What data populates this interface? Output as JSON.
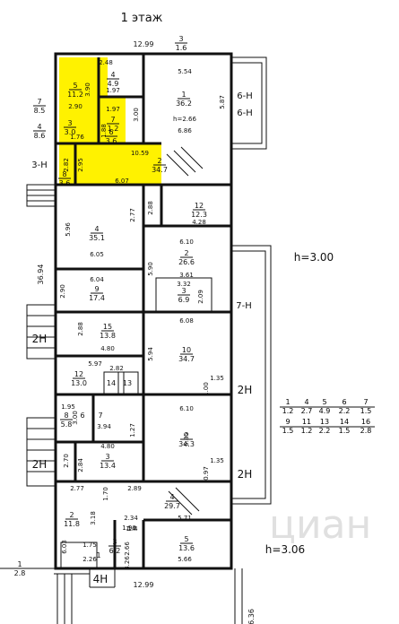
{
  "floor_title": "1 этаж",
  "heights": {
    "upper": "h=3.00",
    "lower": "h=3.06"
  },
  "top_dimension": "12.99",
  "bottom_dimension": "12.99",
  "left_dimension": "36.94",
  "bottom_right_dimension": "6.36",
  "highlight_color": "#fff200",
  "exit_labels": {
    "top_right_1": "6-Н",
    "top_right_2": "6-Н",
    "left_top": "3-Н",
    "right_mid": "7-Н",
    "right_2h_a": "2Н",
    "right_2h_b": "2Н",
    "left_2h_a": "2Н",
    "left_2h_b": "2Н",
    "bottom": "4Н"
  },
  "outside_labels": [
    {
      "num": "3",
      "area": "1.6"
    },
    {
      "num": "7",
      "area": "8.5"
    },
    {
      "num": "4",
      "area": "8.6"
    },
    {
      "num": "1",
      "area": "2.8"
    }
  ],
  "rooms": [
    {
      "num": "5",
      "area": "11.2"
    },
    {
      "num": "4",
      "area": "4.9"
    },
    {
      "num": "1",
      "area": "36.2"
    },
    {
      "num": "7",
      "area": "1.2"
    },
    {
      "num": "3",
      "area": "3.0"
    },
    {
      "num": "6",
      "area": "3.6"
    },
    {
      "num": "2",
      "area": "34.7"
    },
    {
      "num": "8",
      "area": "3.6"
    },
    {
      "num": "4",
      "area": "35.1"
    },
    {
      "num": "12",
      "area": "12.3"
    },
    {
      "num": "2",
      "area": "26.6"
    },
    {
      "num": "9",
      "area": "17.4"
    },
    {
      "num": "3",
      "area": "6.9"
    },
    {
      "num": "15",
      "area": "13.8"
    },
    {
      "num": "10",
      "area": "34.7"
    },
    {
      "num": "12",
      "area": "13.0"
    },
    {
      "num": "14",
      "area": ""
    },
    {
      "num": "13",
      "area": ""
    },
    {
      "num": "8",
      "area": "5.8"
    },
    {
      "num": "6",
      "area": ""
    },
    {
      "num": "7",
      "area": ""
    },
    {
      "num": "2",
      "area": "34.3"
    },
    {
      "num": "3",
      "area": "13.4"
    },
    {
      "num": "4",
      "area": "29.7"
    },
    {
      "num": "2",
      "area": "11.8"
    },
    {
      "num": "3",
      "area": "6.2"
    },
    {
      "num": "5",
      "area": "13.6"
    },
    {
      "num": "1",
      "area": ""
    }
  ],
  "dims": [
    "2.48",
    "5.54",
    "1.97",
    "3.90",
    "2.90",
    "1.97",
    "1.76",
    "1.88",
    "5.87",
    "6.86",
    "h=2.66",
    "3.00",
    "10.59",
    "2.82",
    "2.95",
    "6.07",
    "2.77",
    "2.88",
    "4.28",
    "5.96",
    "6.05",
    "6.10",
    "5.90",
    "6.04",
    "3.61",
    "3.32",
    "2.09",
    "2.90",
    "2.88",
    "4.80",
    "6.08",
    "5.97",
    "5.94",
    "2.82",
    "1.35",
    "1.00",
    "1.95",
    "3.00",
    "3.94",
    "6.10",
    "1.27",
    "5.85",
    "4.80",
    "2.84",
    "2.70",
    "0.97",
    "1.35",
    "2.77",
    "1.70",
    "2.89",
    "2.34",
    "5.71",
    "1.90",
    "3.18",
    "2.66",
    "6.03",
    "1.75",
    "2.26",
    "3.26",
    "5.66",
    "1.4",
    "1.4"
  ],
  "legend": {
    "row1_nums": [
      "1",
      "4",
      "5",
      "6",
      "7"
    ],
    "row1_areas": [
      "1.2",
      "2.7",
      "4.9",
      "2.2",
      "1.5"
    ],
    "row2_nums": [
      "9",
      "11",
      "13",
      "14",
      "16"
    ],
    "row2_areas": [
      "1.5",
      "1.2",
      "2.2",
      "1.5",
      "2.8"
    ]
  },
  "watermark": "циан"
}
